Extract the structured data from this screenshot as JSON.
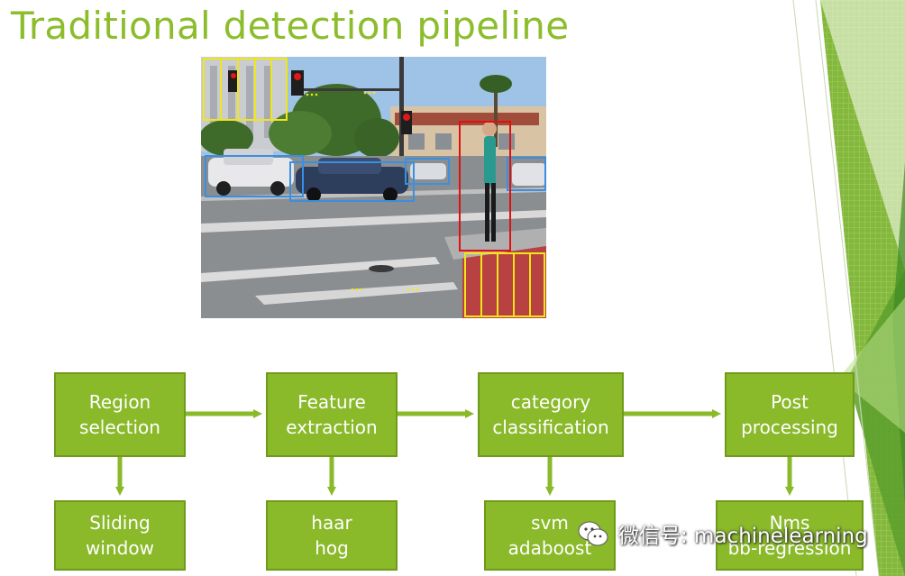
{
  "slide": {
    "title": "Traditional detection pipeline"
  },
  "pipeline": {
    "stages": [
      {
        "lines": [
          "Region",
          "selection"
        ]
      },
      {
        "lines": [
          "Feature",
          "extraction"
        ]
      },
      {
        "lines": [
          "category",
          "classification"
        ]
      },
      {
        "lines": [
          "Post",
          "processing"
        ]
      }
    ],
    "methods": [
      {
        "lines": [
          "Sliding",
          "window"
        ]
      },
      {
        "lines": [
          "haar",
          "hog"
        ]
      },
      {
        "lines": [
          "svm",
          "adaboost"
        ]
      },
      {
        "lines": [
          "Nms",
          "bb-regression"
        ]
      }
    ]
  },
  "watermark": {
    "text": "微信号: machinelearning",
    "icon": "wechat-icon"
  },
  "colors": {
    "title": "#8cbd2c",
    "box_fill": "#8ab92a",
    "box_border": "#6f9a1a",
    "arrow": "#8ab92a",
    "detection_car": "#3a8fe0",
    "detection_person": "#e01010",
    "sliding_window": "#f0e61a"
  },
  "photo": {
    "icon": "street-scene-image"
  }
}
